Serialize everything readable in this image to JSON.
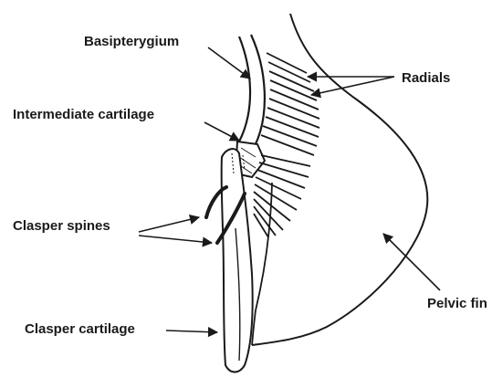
{
  "labels": {
    "basipterygium": "Basipterygium",
    "radials": "Radials",
    "intermediate_cartilage": "Intermediate cartilage",
    "clasper_spines": "Clasper spines",
    "pelvic_fin": "Pelvic fin",
    "clasper_cartilage": "Clasper cartilage"
  },
  "colors": {
    "ink": "#1a1a1a",
    "background": "#ffffff"
  }
}
